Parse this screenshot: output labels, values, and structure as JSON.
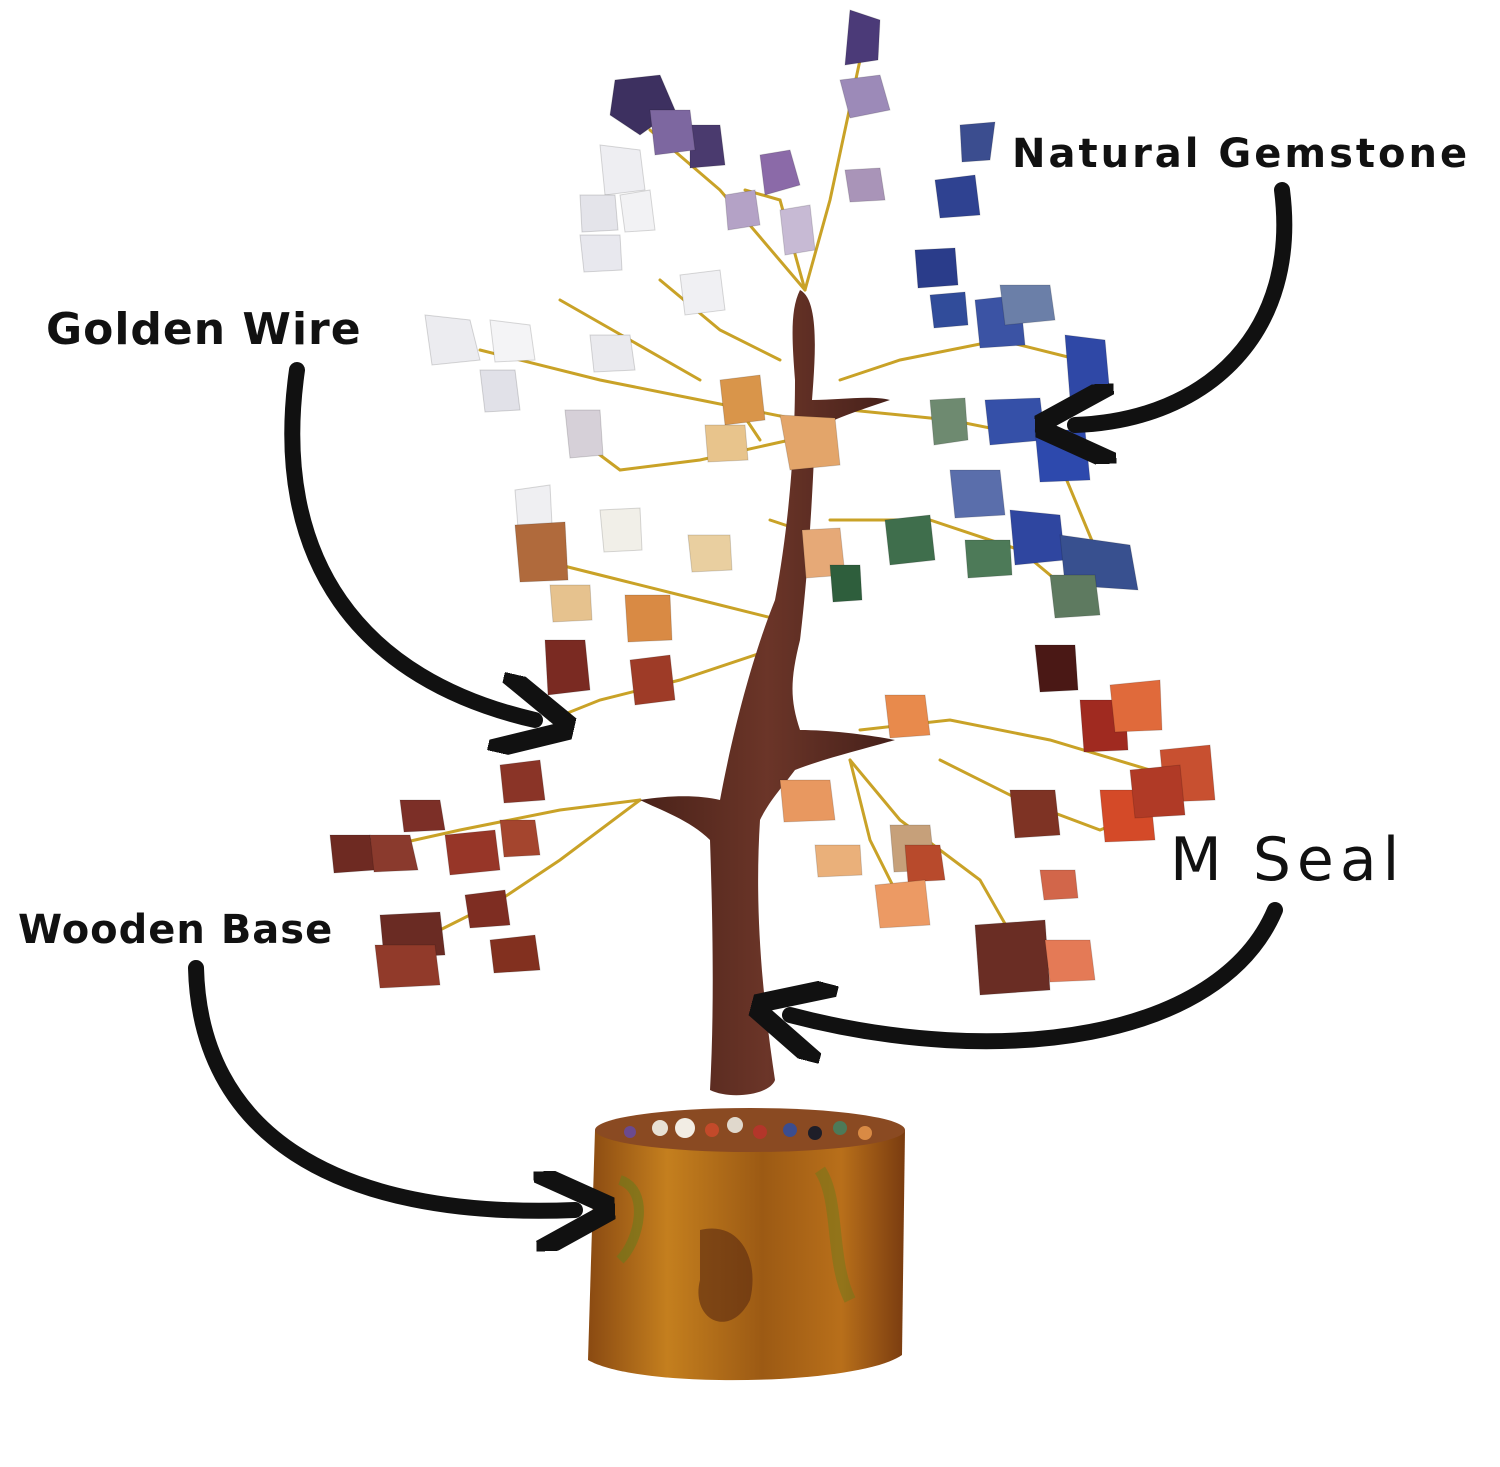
{
  "image": {
    "subject": "gemstone-tree",
    "colors": {
      "trunk": "#5a2e22",
      "wire": "#c9a227",
      "base": "#b5741c",
      "arrow": "#111111"
    }
  },
  "annotations": {
    "natural_gemstone": "Natural Gemstone",
    "golden_wire": "Golden Wire",
    "m_seal": "M Seal",
    "wooden_base": "Wooden Base"
  }
}
